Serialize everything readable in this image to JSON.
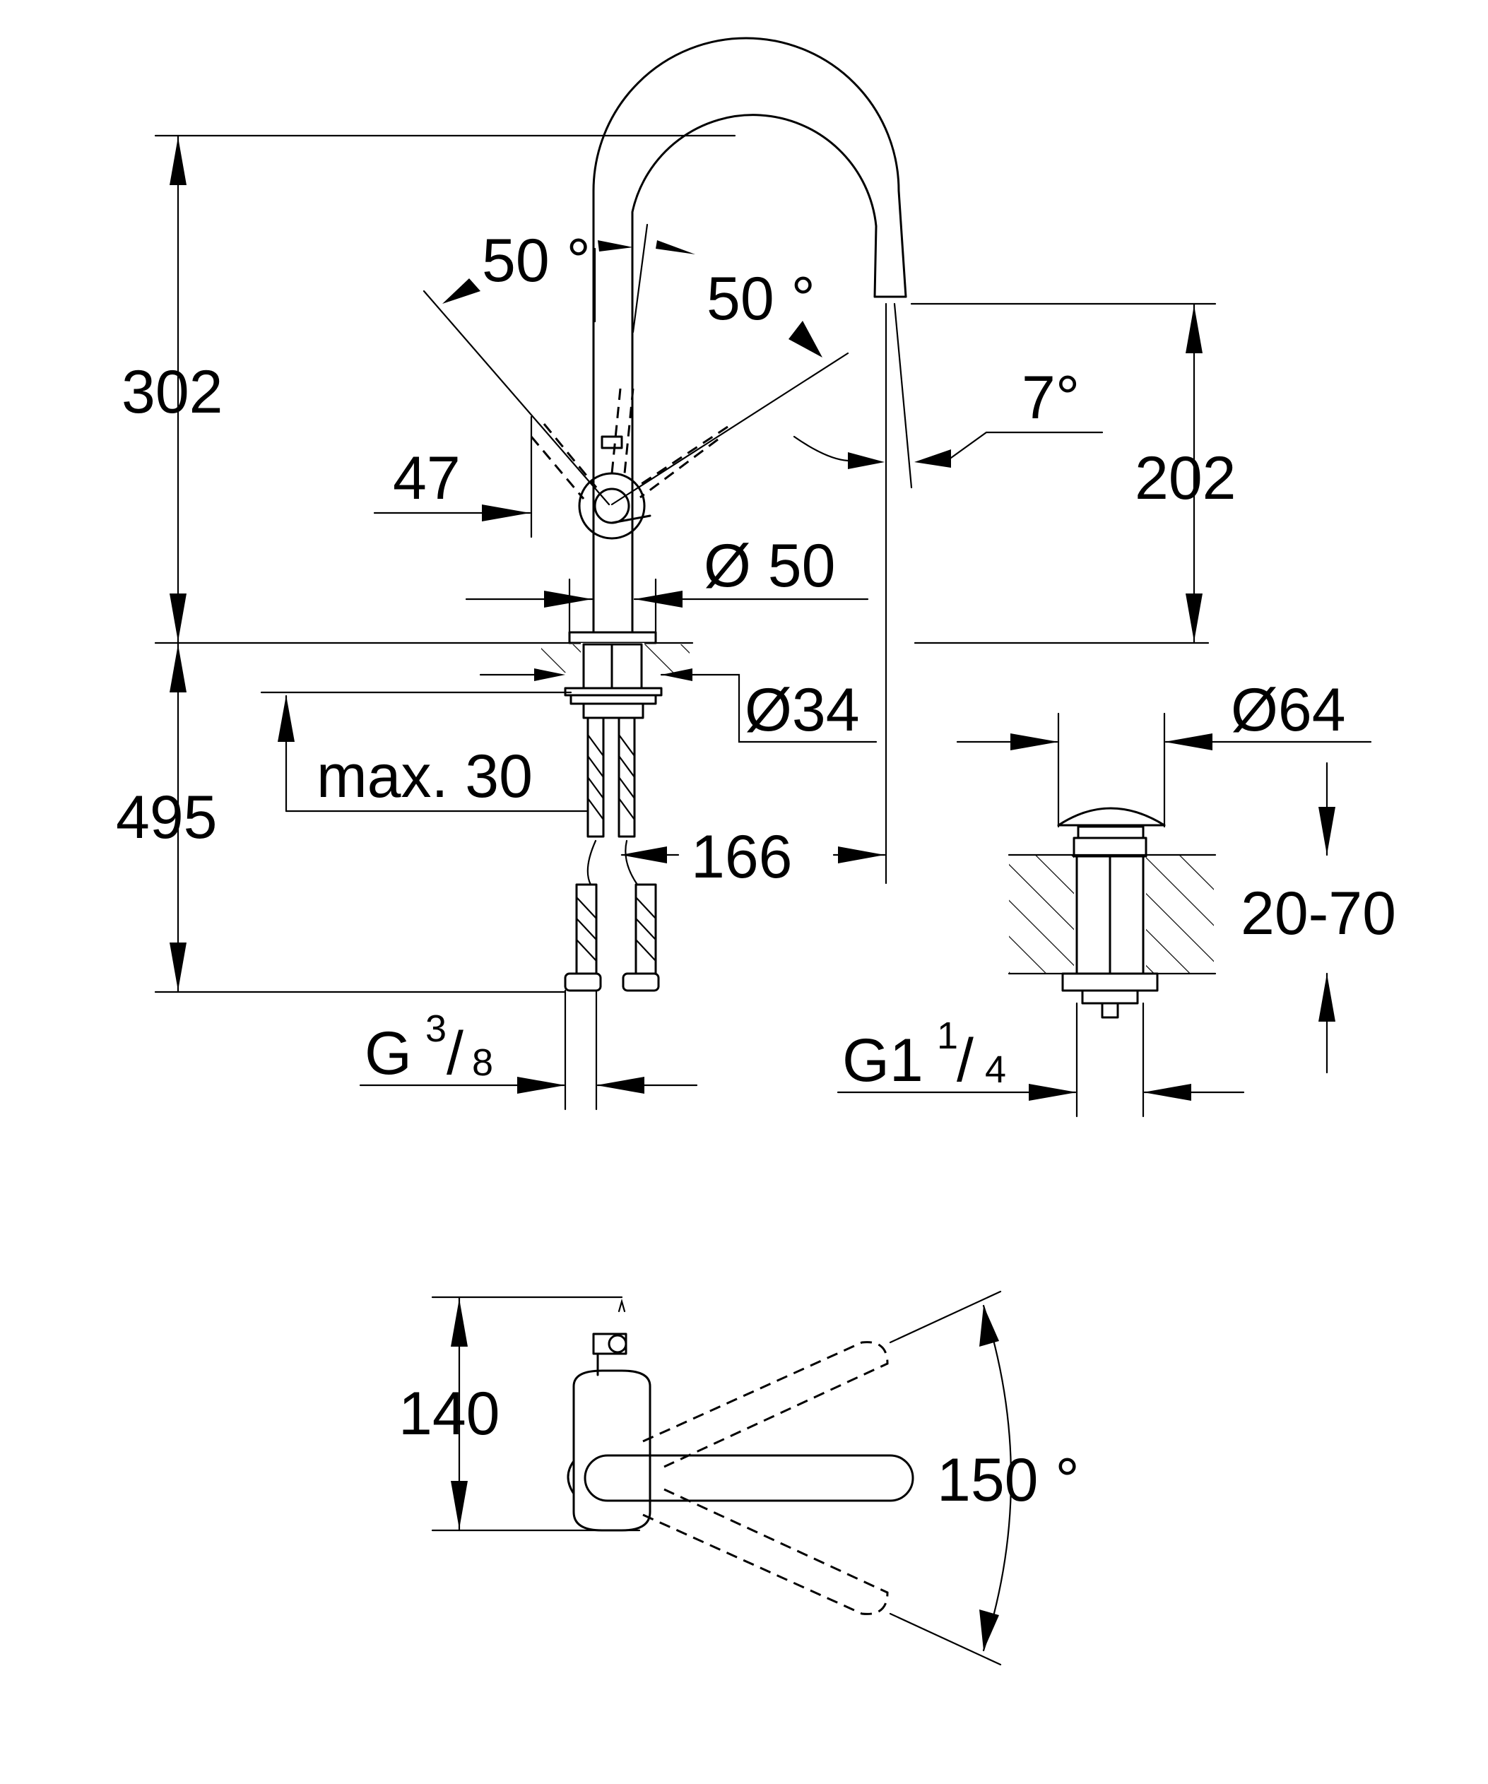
{
  "dimensions": {
    "height_total": "302",
    "angle_left": "50 °",
    "angle_right": "50 °",
    "angle_spout": "7°",
    "spout_height": "202",
    "handle_offset": "47",
    "body_diameter": "Ø 50",
    "hole_diameter": "Ø34",
    "max_thickness": "max. 30",
    "hose_length": "495",
    "reach": "166",
    "drain_diameter": "Ø64",
    "drain_range": "20-70",
    "swivel_angle": "150 °",
    "depth": "140"
  },
  "threads": {
    "inlet": {
      "main": "G",
      "num": "3",
      "slash": "/",
      "den": "8"
    },
    "drain": {
      "main": "G1",
      "num": "1",
      "slash": "/",
      "den": "4"
    }
  },
  "colors": {
    "line": "#000000",
    "background": "#ffffff"
  }
}
